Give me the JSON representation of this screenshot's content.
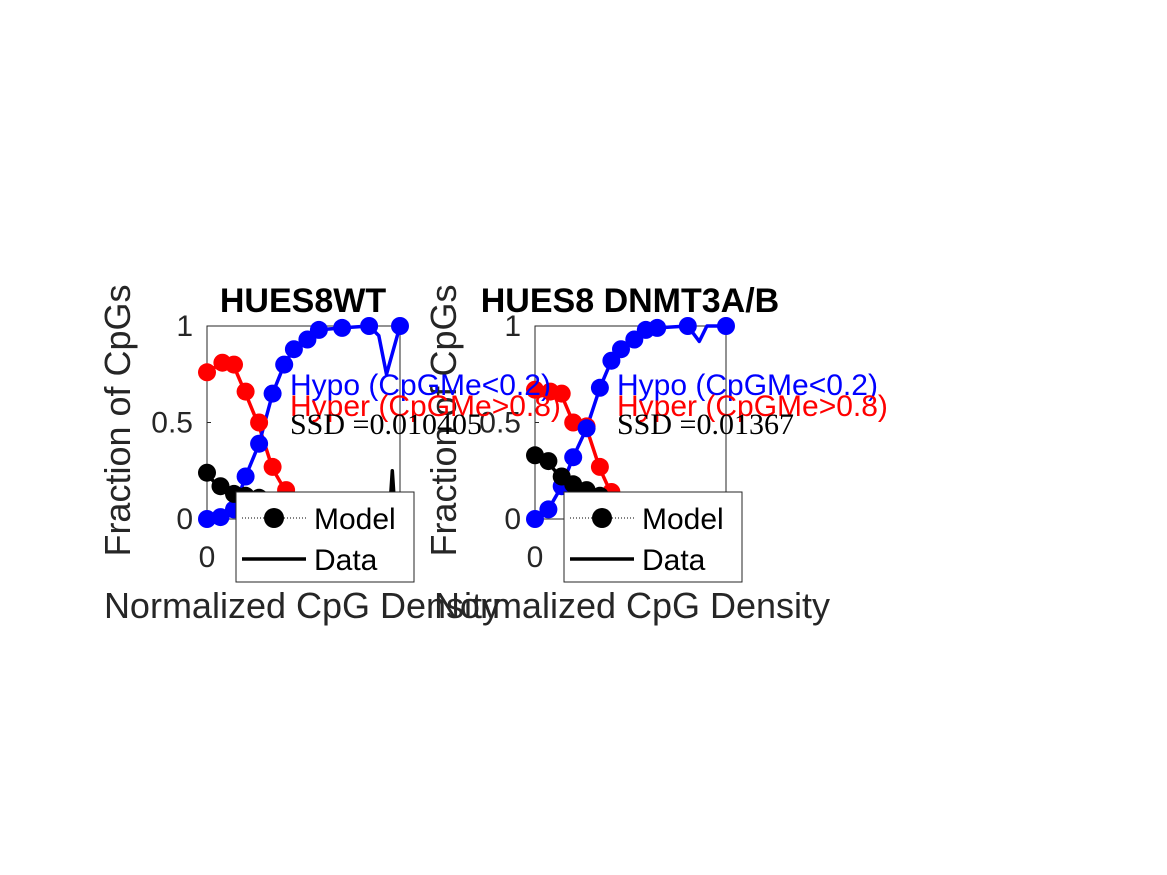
{
  "colors": {
    "hyper": "#ff0000",
    "hypo": "#0000ff",
    "total": "#000000",
    "axis": "#262626"
  },
  "legend_labels": {
    "model": "Model",
    "data": "Data"
  },
  "chart_data": [
    {
      "type": "line",
      "title": "HUES8WT",
      "xlabel": "Normalized CpG Density",
      "ylabel": "Fraction of CpGs",
      "xlim": [
        0,
        1
      ],
      "ylim": [
        0,
        1
      ],
      "x_tick_labels": [
        "0"
      ],
      "y_tick_labels": [
        "0",
        "0.5",
        "1"
      ],
      "annotations": {
        "hypo": "Hypo (CpGMe<0.2)",
        "hyper": "Hyper (CpGMe>0.8)",
        "ssd": "SSD =0.010405"
      },
      "series": [
        {
          "key": "hyper",
          "role": "model",
          "x": [
            0,
            0.08,
            0.14,
            0.2,
            0.27,
            0.34,
            0.41
          ],
          "y": [
            0.76,
            0.81,
            0.8,
            0.66,
            0.5,
            0.27,
            0.15
          ]
        },
        {
          "key": "hyper",
          "role": "data",
          "x": [
            0,
            0.08,
            0.14,
            0.2,
            0.27,
            0.34,
            0.41
          ],
          "y": [
            0.76,
            0.81,
            0.79,
            0.65,
            0.48,
            0.26,
            0.14
          ]
        },
        {
          "key": "hypo",
          "role": "model",
          "x": [
            0,
            0.07,
            0.14,
            0.2,
            0.27,
            0.34,
            0.4,
            0.45,
            0.52,
            0.58,
            0.7,
            0.84,
            1.0
          ],
          "y": [
            0.0,
            0.01,
            0.05,
            0.22,
            0.39,
            0.65,
            0.8,
            0.88,
            0.93,
            0.98,
            0.99,
            1.0,
            1.0
          ]
        },
        {
          "key": "hypo",
          "role": "data",
          "x": [
            0,
            0.07,
            0.14,
            0.2,
            0.27,
            0.34,
            0.4,
            0.45,
            0.52,
            0.58,
            0.7,
            0.84,
            0.89,
            0.93,
            1.0
          ],
          "y": [
            0.0,
            0.01,
            0.05,
            0.22,
            0.39,
            0.65,
            0.8,
            0.88,
            0.93,
            0.98,
            0.99,
            1.0,
            0.95,
            0.75,
            1.0
          ]
        },
        {
          "key": "total",
          "role": "model",
          "x": [
            0,
            0.07,
            0.14,
            0.2,
            0.27
          ],
          "y": [
            0.24,
            0.17,
            0.13,
            0.12,
            0.11
          ]
        },
        {
          "key": "total",
          "role": "data",
          "x": [
            0,
            0.07,
            0.14,
            0.2,
            0.27,
            0.95,
            0.96,
            0.97
          ],
          "y": [
            0.23,
            0.16,
            0.12,
            0.1,
            0.08,
            0.1,
            0.25,
            0.1
          ]
        }
      ]
    },
    {
      "type": "line",
      "title": "HUES8 DNMT3A/B",
      "xlabel": "Normalized CpG Density",
      "ylabel": "Fraction of CpGs",
      "xlim": [
        0,
        1
      ],
      "ylim": [
        0,
        1
      ],
      "x_tick_labels": [
        "0"
      ],
      "y_tick_labels": [
        "0",
        "0.5",
        "1"
      ],
      "annotations": {
        "hypo": "Hypo (CpGMe<0.2)",
        "hyper": "Hyper (CpGMe>0.8)",
        "ssd": "SSD =0.01367"
      },
      "series": [
        {
          "key": "hyper",
          "role": "model",
          "x": [
            0,
            0.08,
            0.14,
            0.2,
            0.27,
            0.34,
            0.4
          ],
          "y": [
            0.67,
            0.66,
            0.65,
            0.5,
            0.48,
            0.27,
            0.14
          ]
        },
        {
          "key": "hyper",
          "role": "data",
          "x": [
            0,
            0.08,
            0.14,
            0.2,
            0.27,
            0.34,
            0.4
          ],
          "y": [
            0.67,
            0.66,
            0.64,
            0.5,
            0.47,
            0.26,
            0.13
          ]
        },
        {
          "key": "hypo",
          "role": "model",
          "x": [
            0,
            0.07,
            0.14,
            0.2,
            0.27,
            0.34,
            0.4,
            0.45,
            0.52,
            0.58,
            0.64,
            0.8,
            1.0
          ],
          "y": [
            0.0,
            0.05,
            0.17,
            0.32,
            0.47,
            0.68,
            0.82,
            0.88,
            0.93,
            0.98,
            0.99,
            1.0,
            1.0
          ]
        },
        {
          "key": "hypo",
          "role": "data",
          "x": [
            0,
            0.07,
            0.14,
            0.2,
            0.27,
            0.34,
            0.4,
            0.45,
            0.52,
            0.58,
            0.64,
            0.8,
            0.86,
            0.9,
            1.0
          ],
          "y": [
            0.0,
            0.05,
            0.17,
            0.32,
            0.47,
            0.68,
            0.82,
            0.88,
            0.93,
            0.98,
            0.99,
            1.0,
            0.92,
            1.0,
            1.0
          ]
        },
        {
          "key": "total",
          "role": "model",
          "x": [
            0,
            0.07,
            0.14,
            0.2,
            0.27,
            0.34
          ],
          "y": [
            0.33,
            0.3,
            0.22,
            0.18,
            0.15,
            0.12
          ]
        },
        {
          "key": "total",
          "role": "data",
          "x": [
            0,
            0.07,
            0.14,
            0.2,
            0.27,
            0.34
          ],
          "y": [
            0.32,
            0.29,
            0.21,
            0.17,
            0.14,
            0.11
          ]
        }
      ]
    }
  ]
}
